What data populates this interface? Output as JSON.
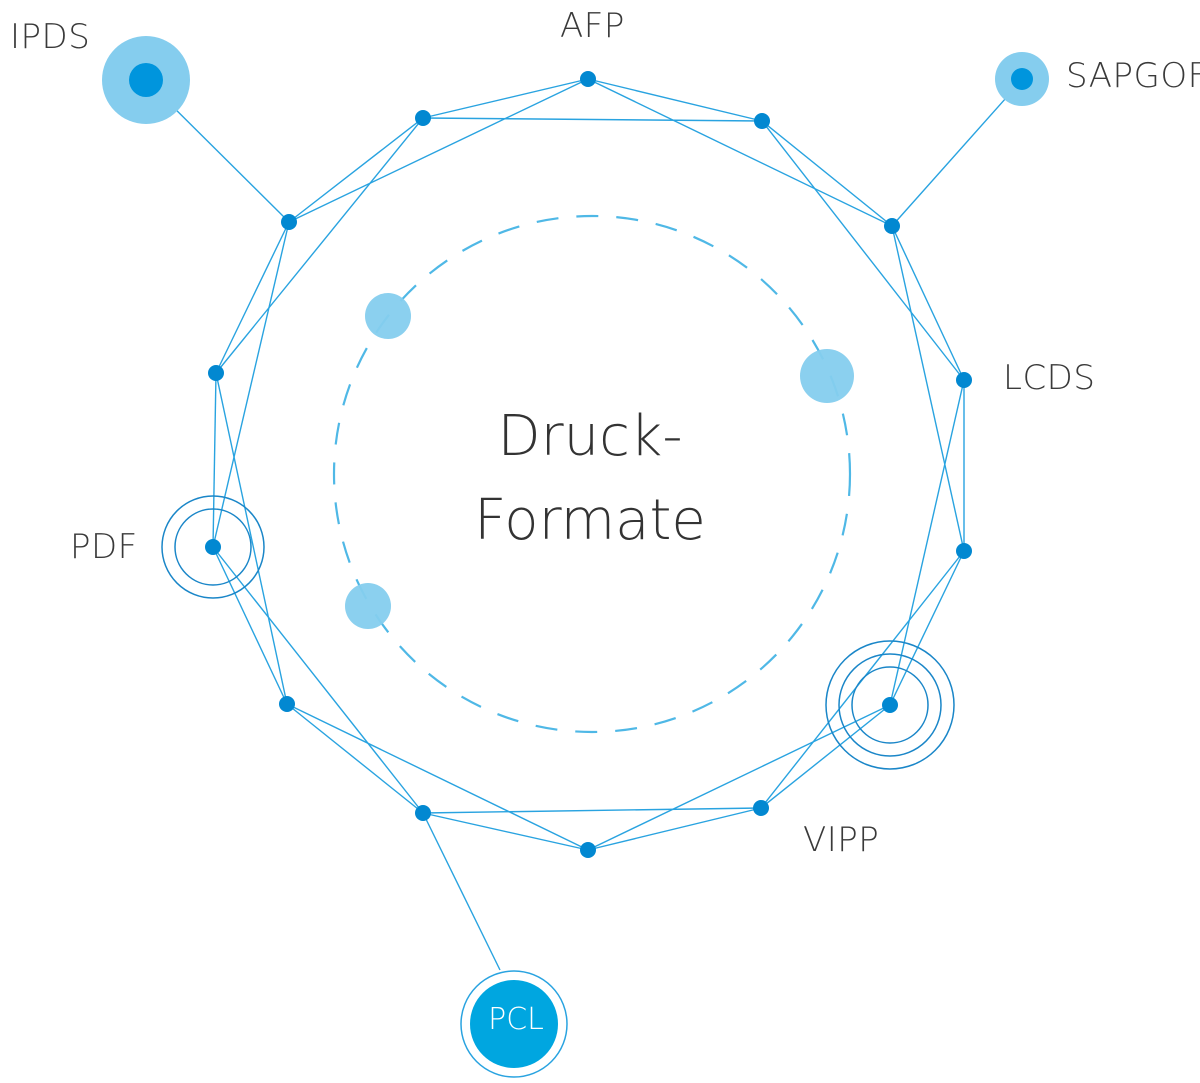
{
  "title": {
    "line1": "Druck-",
    "line2": "Formate"
  },
  "colors": {
    "edge": "#29a3e0",
    "node": "#0288d1",
    "halo": "#85cdee",
    "dashed_circle": "#4fb8e6",
    "ring_outline": "#1a86c8",
    "pcl_fill": "#00a6e0",
    "text": "#3a3a3a"
  },
  "formats": [
    {
      "id": "afp",
      "label": "AFP",
      "style": "plain"
    },
    {
      "id": "ipds",
      "label": "IPDS",
      "style": "halo"
    },
    {
      "id": "sapgof",
      "label": "SAPGOF",
      "style": "halo"
    },
    {
      "id": "lcds",
      "label": "LCDS",
      "style": "plain"
    },
    {
      "id": "pdf",
      "label": "PDF",
      "style": "double-ring"
    },
    {
      "id": "vipp",
      "label": "VIPP",
      "style": "triple-ring"
    },
    {
      "id": "pcl",
      "label": "PCL",
      "style": "filled-badge"
    }
  ],
  "network": {
    "ring_node_count": 14,
    "edge_rule": "each ring node links to its 1st and 2nd neighbours",
    "satellites": [
      "IPDS",
      "SAPGOF",
      "PCL"
    ],
    "inner_orbit_dots": 3
  }
}
